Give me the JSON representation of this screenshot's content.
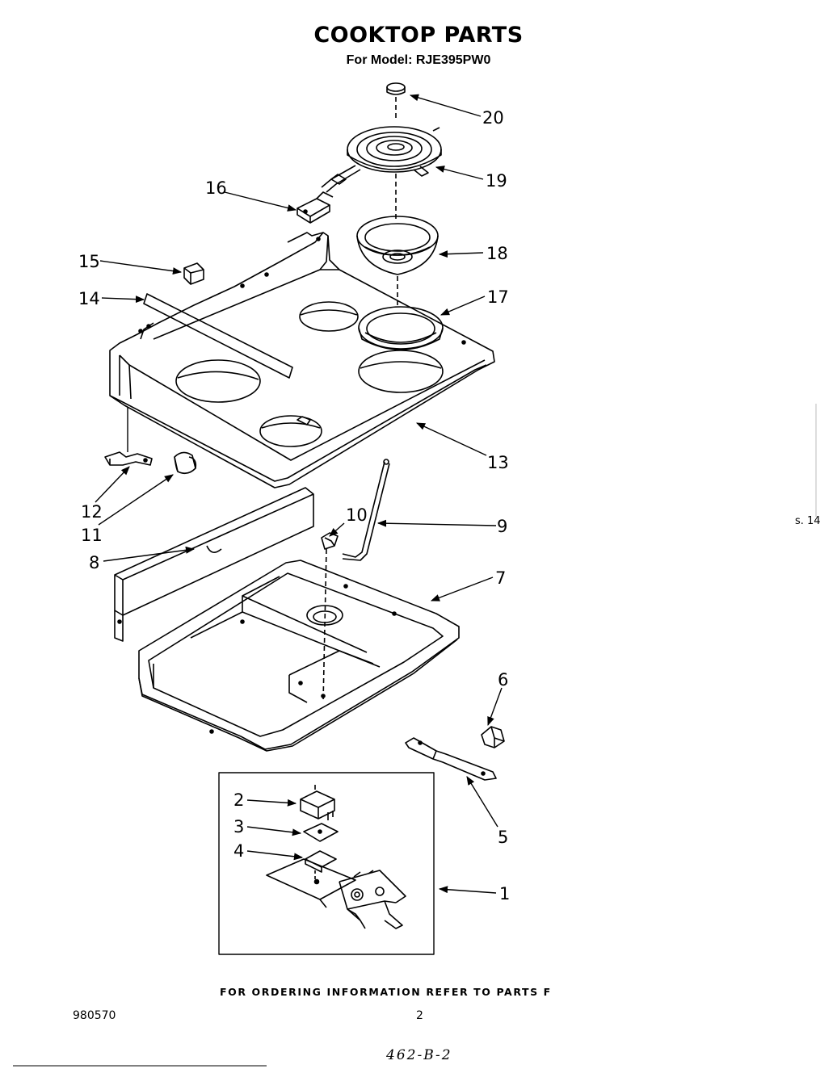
{
  "title": "COOKTOP PARTS",
  "subtitle": "For Model: RJE395PW0",
  "callouts": {
    "p1": "1",
    "p2": "2",
    "p3": "3",
    "p4": "4",
    "p5": "5",
    "p6": "6",
    "p7": "7",
    "p8": "8",
    "p9": "9",
    "p10": "10",
    "p11": "11",
    "p12": "12",
    "p13": "13",
    "p14": "14",
    "p15": "15",
    "p16": "16",
    "p17": "17",
    "p18": "18",
    "p19": "19",
    "p20": "20"
  },
  "footer_text": "FOR ORDERING INFORMATION REFER TO PARTS F",
  "document_number": "980570",
  "page_number": "2",
  "edge_text": "s. 14",
  "handwritten_note": "462-B-2"
}
